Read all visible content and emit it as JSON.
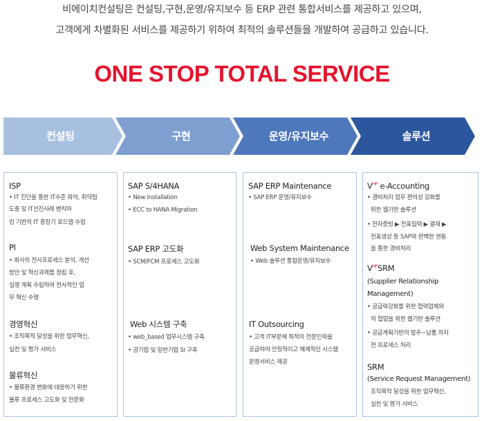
{
  "intro": {
    "line1": "비에이치컨설팅은 컨설팅,구현,운영/유지보수 등 ERP 관련 통합서비스를 제공하고 있으며,",
    "line2": "고객에게 차별화된 서비스를 제공하기 위하여 최적의 솔루션들을 개발하여 공급하고 있습니다."
  },
  "headline": "ONE STOP TOTAL SERVICE",
  "colors": {
    "headline": "#e4142d",
    "arrow1": "#a8c0e0",
    "arrow2": "#7f9fd0",
    "arrow3": "#4f78bc",
    "arrow4": "#2c569e",
    "border": "#a8c4e4"
  },
  "stages": [
    {
      "label": "컨설팅"
    },
    {
      "label": "구현"
    },
    {
      "label": "운영/유지보수"
    },
    {
      "label": "솔루션"
    }
  ],
  "consulting": {
    "isp": {
      "title": "ISP",
      "b1": "• IT 진단을 통한 IT수준 파악, 취약점",
      "b1b": "도출 및 IT선진사례 벤치마",
      "b1c": "킹 기반의 IT 중장기 로드맵 수립"
    },
    "pi": {
      "title": "PI",
      "b1": "• 회사의 전사프로세스 분석, 개선",
      "b1b": "방안 및 혁신과제를 정립 후,",
      "b1c": "실행 계획 수립하여 전사적인 업",
      "b1d": "무 혁신 수행"
    },
    "mgmt": {
      "title": "경영혁신",
      "b1": "• 조직목적 달성을 위한 업무혁신,",
      "b1b": "실천 및 평가 서비스"
    },
    "logistics": {
      "title": "물류혁신",
      "b1": "• 물류환경 변화에 대응하기 위한",
      "b1b": "물류 프로세스 고도화 및 전문화"
    }
  },
  "implementation": {
    "s4": {
      "title": "SAP S/4HANA",
      "b1": "• New Installation",
      "b2": "• ECC to HANA Migration"
    },
    "erp": {
      "title": "SAP ERP 고도화",
      "b1": "• SCM/FCM 프로세스 고도화"
    },
    "web": {
      "title": "Web 시스템 구축",
      "b1": "• web_based 업무시스템 구축",
      "b2": "• 공기업 및 일반기업 SI 구축"
    }
  },
  "operation": {
    "sap": {
      "title": "SAP ERP Maintenance",
      "b1": "•  SAP ERP 운영/유지보수"
    },
    "web": {
      "title": "Web System Maintenance",
      "b1": "• Web 솔루션 통합운영/유지보수"
    },
    "it": {
      "title": "IT Outsourcing",
      "b1": "• 고객 IT부문에 최적의 전문인력을",
      "b1b": "공급하여 안정적이고 체계적인 시스템",
      "b1c": "운영서비스 제공"
    }
  },
  "solution": {
    "eacc": {
      "v": "V",
      "sup": "HP",
      "title": " e-Accounting",
      "b1": "•  경비처리 업무 편의성 강화를",
      "b1b": "위한 웹기반 솔루션",
      "b2": "•  전자증빙 ▶ 전표입력 ▶ 결재 ▶",
      "b2b": "전표생성 등 SAP와 완벽한 연동",
      "b2c": "을 통한 경비처리"
    },
    "srm": {
      "v": "V",
      "sup": "HP",
      "title": "SRM",
      "sub1": "(Supplier Relationship",
      "sub2": "Management)",
      "b1": "•  공급력강화를 위한 협력업체와",
      "b1b": "의 협업을 위한 웹기반 솔루션",
      "b2": "•  공급계획기반의 발주~납품 까지",
      "b2b": "전 프로세스 처리"
    },
    "srm2": {
      "title": "SRM",
      "sub": "(Service Request Management)",
      "b1": "조직목적 달성을 위한 업무혁신,",
      "b1b": "실천 및 평가 서비스"
    }
  }
}
